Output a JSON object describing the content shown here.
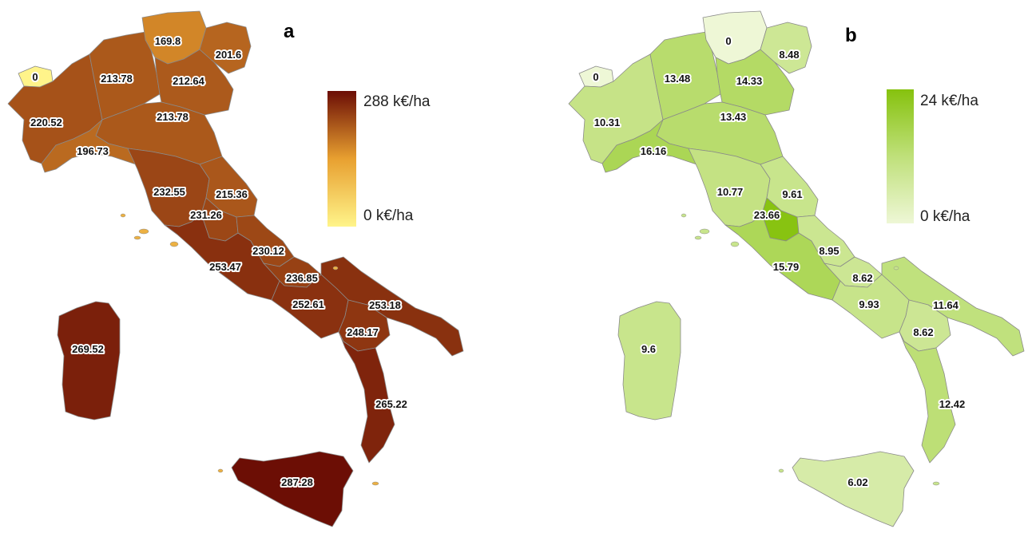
{
  "panels": [
    {
      "letter": "a",
      "legend_max": "288 k€/ha",
      "legend_min": "0 k€/ha",
      "color_low": "#fff48a",
      "color_mid": "#e8a030",
      "color_high": "#6b0d05",
      "domain_max": 288,
      "regions": [
        {
          "id": "valle-d-aosta",
          "value": "0"
        },
        {
          "id": "piemonte",
          "value": "220.52"
        },
        {
          "id": "lombardia",
          "value": "213.78"
        },
        {
          "id": "trentino-alto-adige",
          "value": "169.8"
        },
        {
          "id": "veneto",
          "value": "212.64"
        },
        {
          "id": "friuli-venezia-giulia",
          "value": "201.6"
        },
        {
          "id": "emilia-romagna",
          "value": "213.78"
        },
        {
          "id": "liguria",
          "value": "196.73"
        },
        {
          "id": "toscana",
          "value": "232.55"
        },
        {
          "id": "marche",
          "value": "215.36"
        },
        {
          "id": "umbria",
          "value": "231.26"
        },
        {
          "id": "lazio",
          "value": "253.47"
        },
        {
          "id": "abruzzo",
          "value": "230.12"
        },
        {
          "id": "molise",
          "value": "236.85"
        },
        {
          "id": "campania",
          "value": "252.61"
        },
        {
          "id": "puglia",
          "value": "253.18"
        },
        {
          "id": "basilicata",
          "value": "248.17"
        },
        {
          "id": "calabria",
          "value": "265.22"
        },
        {
          "id": "sicilia",
          "value": "287.28"
        },
        {
          "id": "sardegna",
          "value": "269.52"
        }
      ]
    },
    {
      "letter": "b",
      "legend_max": "24 k€/ha",
      "legend_min": "0 k€/ha",
      "color_low": "#eef7d6",
      "color_mid": "#bfe07a",
      "color_high": "#86c20e",
      "domain_max": 24,
      "regions": [
        {
          "id": "valle-d-aosta",
          "value": "0"
        },
        {
          "id": "piemonte",
          "value": "10.31"
        },
        {
          "id": "lombardia",
          "value": "13.48"
        },
        {
          "id": "trentino-alto-adige",
          "value": "0"
        },
        {
          "id": "veneto",
          "value": "14.33"
        },
        {
          "id": "friuli-venezia-giulia",
          "value": "8.48"
        },
        {
          "id": "emilia-romagna",
          "value": "13.43"
        },
        {
          "id": "liguria",
          "value": "16.16"
        },
        {
          "id": "toscana",
          "value": "10.77"
        },
        {
          "id": "marche",
          "value": "9.61"
        },
        {
          "id": "umbria",
          "value": "23.66"
        },
        {
          "id": "lazio",
          "value": "15.79"
        },
        {
          "id": "abruzzo",
          "value": "8.95"
        },
        {
          "id": "molise",
          "value": "8.62"
        },
        {
          "id": "campania",
          "value": "9.93"
        },
        {
          "id": "puglia",
          "value": "11.64"
        },
        {
          "id": "basilicata",
          "value": "8.62"
        },
        {
          "id": "calabria",
          "value": "12.42"
        },
        {
          "id": "sicilia",
          "value": "6.02"
        },
        {
          "id": "sardegna",
          "value": "9.6"
        }
      ]
    }
  ]
}
